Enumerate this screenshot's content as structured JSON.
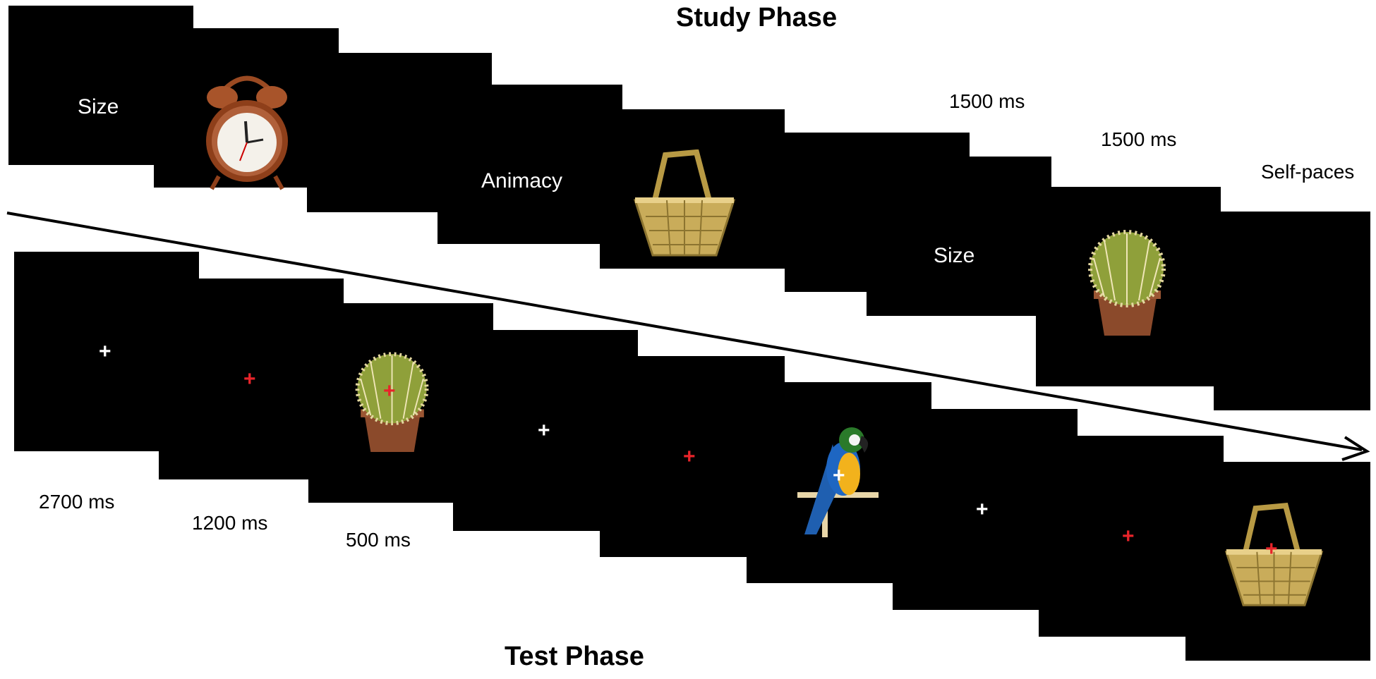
{
  "study_phase": {
    "title": "Study Phase",
    "cues": [
      "Size",
      "Animacy",
      "Size"
    ],
    "durations": [
      "1500 ms",
      "1500 ms",
      "Self-paces"
    ],
    "objects": [
      "alarm-clock",
      "basket",
      "cactus"
    ]
  },
  "test_phase": {
    "title": "Test Phase",
    "durations": [
      "2700 ms",
      "1200 ms",
      "500 ms"
    ],
    "objects": [
      "cactus",
      "parrot",
      "basket"
    ]
  },
  "colors": {
    "screen": "#000000",
    "fixation_white": "#ffffff",
    "fixation_red": "#e8242a"
  }
}
